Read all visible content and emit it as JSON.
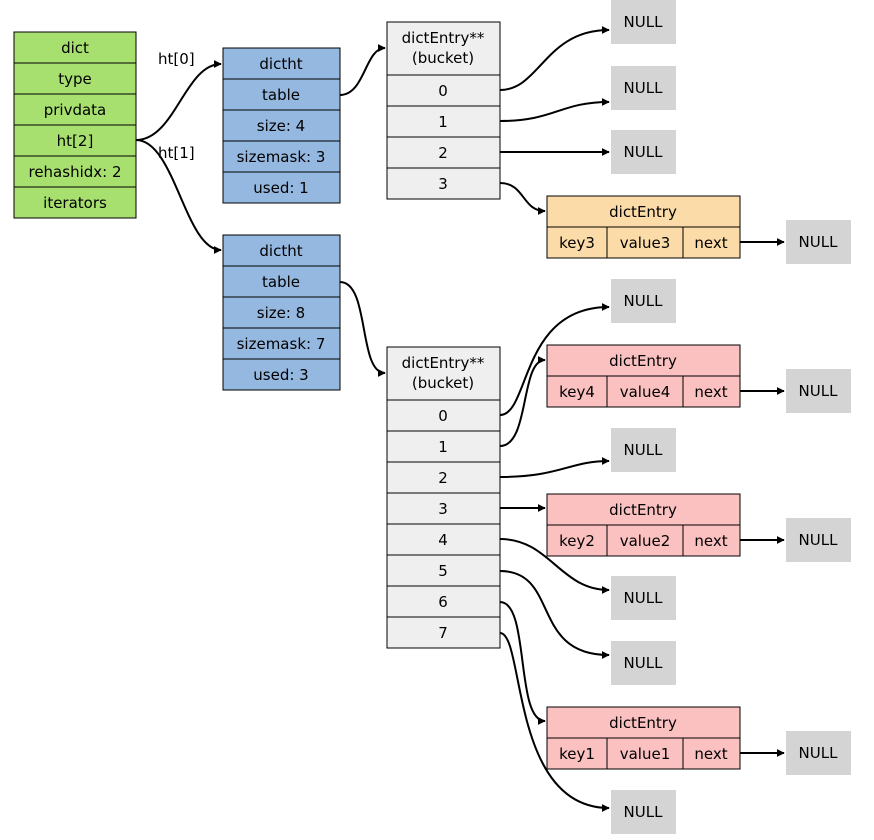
{
  "colors": {
    "dict": "#a8e070",
    "dictht": "#95b8e0",
    "bucket": "#efefef",
    "entry_orange": "#fbdca8",
    "entry_pink": "#fbc0c0",
    "null_box": "#d4d4d4",
    "line": "#000000"
  },
  "dict": {
    "rows": [
      "dict",
      "type",
      "privdata",
      "ht[2]",
      "rehashidx: 2",
      "iterators"
    ]
  },
  "edge_labels": {
    "ht0": "ht[0]",
    "ht1": "ht[1]"
  },
  "ht0": {
    "rows": [
      "dictht",
      "table",
      "size: 4",
      "sizemask: 3",
      "used: 1"
    ],
    "bucket": {
      "title": "dictEntry**",
      "subtitle": "(bucket)",
      "indices": [
        "0",
        "1",
        "2",
        "3"
      ]
    }
  },
  "ht1": {
    "rows": [
      "dictht",
      "table",
      "size: 8",
      "sizemask: 7",
      "used: 3"
    ],
    "bucket": {
      "title": "dictEntry**",
      "subtitle": "(bucket)",
      "indices": [
        "0",
        "1",
        "2",
        "3",
        "4",
        "5",
        "6",
        "7"
      ]
    }
  },
  "entries": [
    {
      "title": "dictEntry",
      "key": "key3",
      "value": "value3",
      "next": "next",
      "next_target": "NULL",
      "color": "orange"
    },
    {
      "title": "dictEntry",
      "key": "key4",
      "value": "value4",
      "next": "next",
      "next_target": "NULL",
      "color": "pink"
    },
    {
      "title": "dictEntry",
      "key": "key2",
      "value": "value2",
      "next": "next",
      "next_target": "NULL",
      "color": "pink"
    },
    {
      "title": "dictEntry",
      "key": "key1",
      "value": "value1",
      "next": "next",
      "next_target": "NULL",
      "color": "pink"
    }
  ],
  "null_label": "NULL",
  "bucket_nulls": {
    "ht0": [
      "NULL",
      "NULL",
      "NULL"
    ],
    "ht1": [
      "NULL",
      "NULL",
      "NULL",
      "NULL",
      "NULL"
    ]
  }
}
